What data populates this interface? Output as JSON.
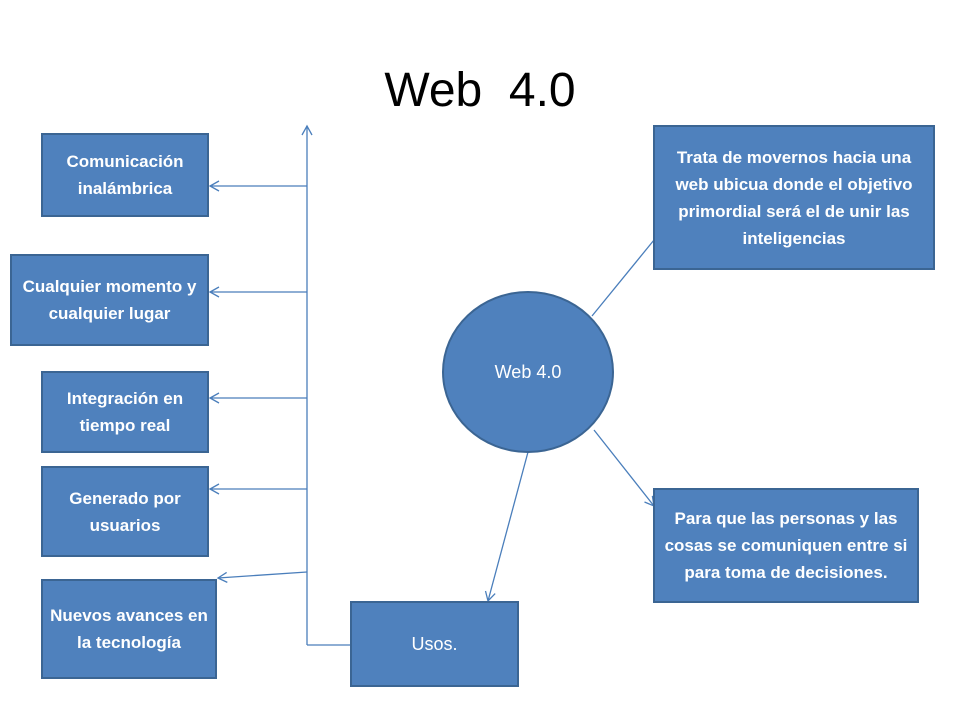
{
  "title": "Web  4.0",
  "center": "Web 4.0",
  "left_items": [
    "Comunicación inalámbrica",
    "Cualquier momento y cualquier lugar",
    "Integración en tiempo real",
    "Generado por usuarios",
    "Nuevos avances en la tecnología"
  ],
  "right_top": "Trata de movernos hacia una web ubicua donde el objetivo primordial será el de unir las inteligencias",
  "right_bottom": "Para que las personas y las cosas se comuniquen entre si para toma de decisiones.",
  "usos": "Usos.",
  "colors": {
    "box_fill": "#4f81bd",
    "box_border": "#3b6593",
    "line": "#4a7ebb"
  }
}
